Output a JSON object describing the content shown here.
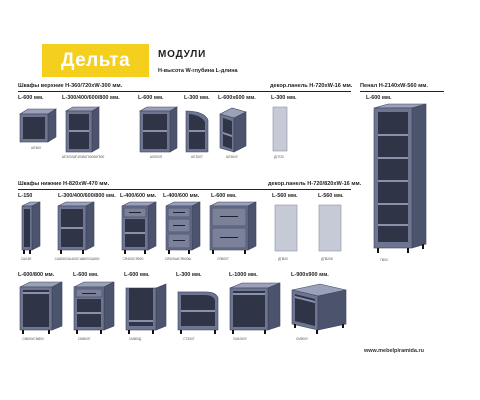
{
  "brand": "Дельта",
  "modules_title": "МОДУЛИ",
  "modules_sub": "Н-высота  W-глубина  L-длина",
  "upper": {
    "title": "Шкафы верхние Н-360/720хW-300 мм.",
    "panel_title": "декор.панель  Н-720хW-16 мм.",
    "dims": [
      "L-600 мм.",
      "L-300/400/600/800 мм.",
      "L-600 мм.",
      "L-300 мм.",
      "L-600х600 мм.",
      "L-300 мм."
    ],
    "codes": [
      "ШГ600",
      "ШГ300/ШГ400/ШГ600/ШГ800",
      "ШГ600П",
      "ШГ300Т",
      "ШГ600У",
      "ДП720"
    ]
  },
  "lower": {
    "title": "Шкафы нижние Н-820хW-470 мм.",
    "panel_title": "декор.панель  Н-720/820хW-16 мм.",
    "dims": [
      "L-150",
      "L-300/400/600/800 мм.",
      "L-400/600 мм.",
      "L-400/600 мм.",
      "L-600 мм.",
      "L-560 мм.",
      "L-560 мм."
    ],
    "codes": [
      "СШ150",
      "СШ300/СШ400/СШ600/СШ800",
      "СЯ400/СЯ600",
      "СЯ400Ш/СЯ600Ш",
      "СЯ600Т",
      "ДП820",
      "ДП820Б"
    ]
  },
  "bottom": {
    "dims": [
      "L-600/800 мм.",
      "L-600 мм.",
      "L-600 мм.",
      "L-300 мм.",
      "L-1000 мм.",
      "L-900х900 мм."
    ],
    "codes": [
      "СМ600/СМ800",
      "СМ600П",
      "СМ600Д",
      "СТ300Т",
      "СМ1000У",
      "СМ900У"
    ]
  },
  "tall": {
    "title": "Пенал Н-2140хW-560 мм.",
    "dim": "L-600 мм.",
    "code": "П600"
  },
  "website": "www.mebelpiramida.ru"
}
